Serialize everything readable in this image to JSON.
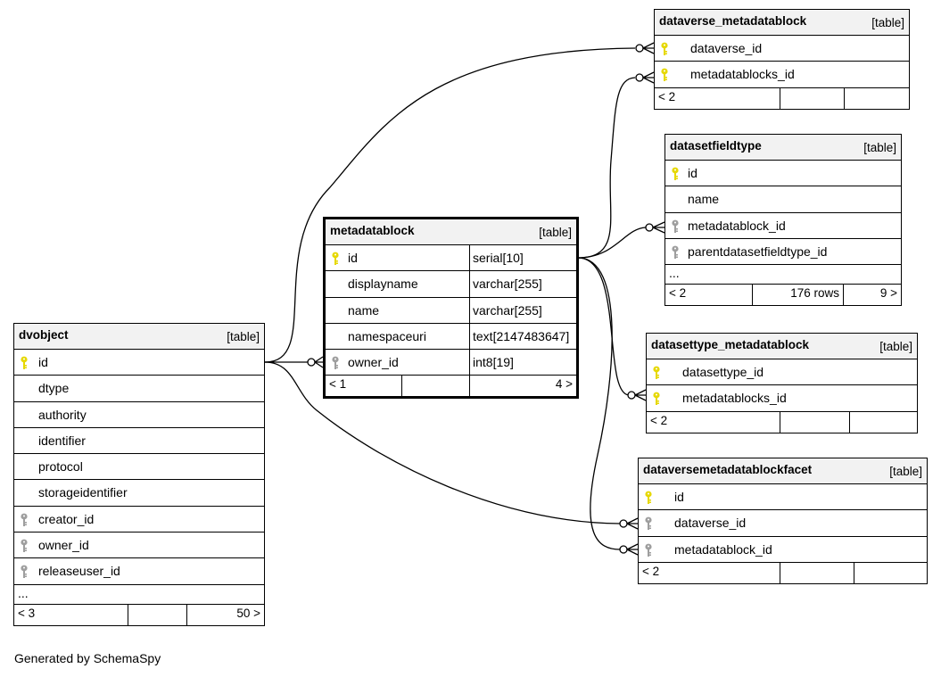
{
  "colors": {
    "pk_key": "#e6d800",
    "fk_key": "#9e9e9e",
    "header_bg": "#f2f2f2"
  },
  "tables": {
    "dataverse_metadatablock": {
      "name": "dataverse_metadatablock",
      "type": "[table]",
      "rows": [
        {
          "name": "dataverse_id",
          "key": "pk"
        },
        {
          "name": "metadatablocks_id",
          "key": "pk"
        }
      ],
      "footer": {
        "parents": "< 2",
        "rows": "",
        "children": ""
      }
    },
    "datasetfieldtype": {
      "name": "datasetfieldtype",
      "type": "[table]",
      "rows": [
        {
          "name": "id",
          "key": "pk"
        },
        {
          "name": "name",
          "key": ""
        },
        {
          "name": "metadatablock_id",
          "key": "fk"
        },
        {
          "name": "parentdatasetfieldtype_id",
          "key": "fk"
        }
      ],
      "more": "...",
      "footer": {
        "parents": "< 2",
        "rows": "176 rows",
        "children": "9 >"
      }
    },
    "metadatablock": {
      "name": "metadatablock",
      "type": "[table]",
      "rows": [
        {
          "name": "id",
          "key": "pk",
          "datatype": "serial[10]"
        },
        {
          "name": "displayname",
          "key": "",
          "datatype": "varchar[255]"
        },
        {
          "name": "name",
          "key": "",
          "datatype": "varchar[255]"
        },
        {
          "name": "namespaceuri",
          "key": "",
          "datatype": "text[2147483647]"
        },
        {
          "name": "owner_id",
          "key": "fk",
          "datatype": "int8[19]"
        }
      ],
      "footer": {
        "parents": "< 1",
        "rows": "",
        "children": "4 >"
      }
    },
    "datasettype_metadatablock": {
      "name": "datasettype_metadatablock",
      "type": "[table]",
      "rows": [
        {
          "name": "datasettype_id",
          "key": "pk"
        },
        {
          "name": "metadatablocks_id",
          "key": "pk"
        }
      ],
      "footer": {
        "parents": "< 2",
        "rows": "",
        "children": ""
      }
    },
    "dataversemetadatablockfacet": {
      "name": "dataversemetadatablockfacet",
      "type": "[table]",
      "rows": [
        {
          "name": "id",
          "key": "pk"
        },
        {
          "name": "dataverse_id",
          "key": "fk"
        },
        {
          "name": "metadatablock_id",
          "key": "fk"
        }
      ],
      "footer": {
        "parents": "< 2",
        "rows": "",
        "children": ""
      }
    },
    "dvobject": {
      "name": "dvobject",
      "type": "[table]",
      "rows": [
        {
          "name": "id",
          "key": "pk"
        },
        {
          "name": "dtype",
          "key": ""
        },
        {
          "name": "authority",
          "key": ""
        },
        {
          "name": "identifier",
          "key": ""
        },
        {
          "name": "protocol",
          "key": ""
        },
        {
          "name": "storageidentifier",
          "key": ""
        },
        {
          "name": "creator_id",
          "key": "fk"
        },
        {
          "name": "owner_id",
          "key": "fk"
        },
        {
          "name": "releaseuser_id",
          "key": "fk"
        }
      ],
      "more": "...",
      "footer": {
        "parents": "< 3",
        "rows": "",
        "children": "50 >"
      }
    }
  },
  "generated_by": "Generated by SchemaSpy"
}
